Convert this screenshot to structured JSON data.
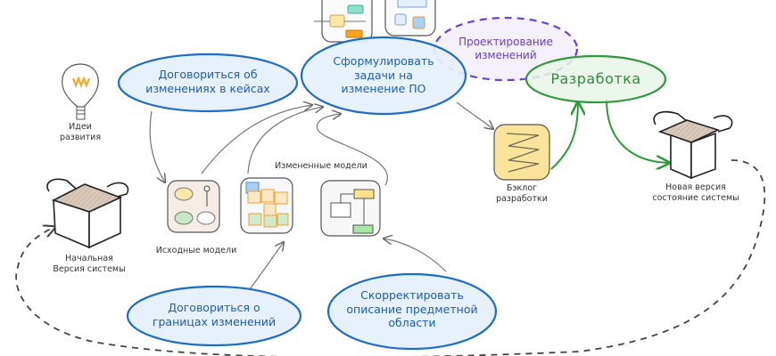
{
  "diagram": {
    "nodes": {
      "agree_cases": {
        "text": "Договориться об\nизменениях в кейсах",
        "kind": "task-ellipse"
      },
      "formulate": {
        "text": "Сформулировать\nзадачи на\nизменение ПО",
        "kind": "task-ellipse"
      },
      "design": {
        "text": "Проектирование\nизменений",
        "kind": "dashed-ellipse"
      },
      "development": {
        "text": "Разработка",
        "kind": "green-ellipse"
      },
      "agree_bounds": {
        "text": "Договориться о\nграницах изменений",
        "kind": "task-ellipse"
      },
      "correct_domain": {
        "text": "Скорректировать\nописание предметной\nобласти",
        "kind": "task-ellipse"
      }
    },
    "labels": {
      "ideas": "Идеи\nразвития",
      "initial_version": "Начальная\nВерсия системы",
      "source_models": "Исходные модели",
      "changed_models": "Измененные модели",
      "backlog": "Бэклог\nразработки",
      "new_version": "Новая версия\nсостояние системы"
    },
    "colors": {
      "task_fill": "#e6f1fc",
      "task_stroke": "#1c6dc6",
      "design_fill": "#f1ecfb",
      "design_stroke": "#6f3fd9",
      "dev_fill": "#e9f6e9",
      "dev_stroke": "#2e9a3b",
      "backlog_fill": "#fbe39a",
      "arrow_grey": "#666666",
      "arrow_green": "#2e9a3b",
      "dash": "#444444"
    }
  }
}
